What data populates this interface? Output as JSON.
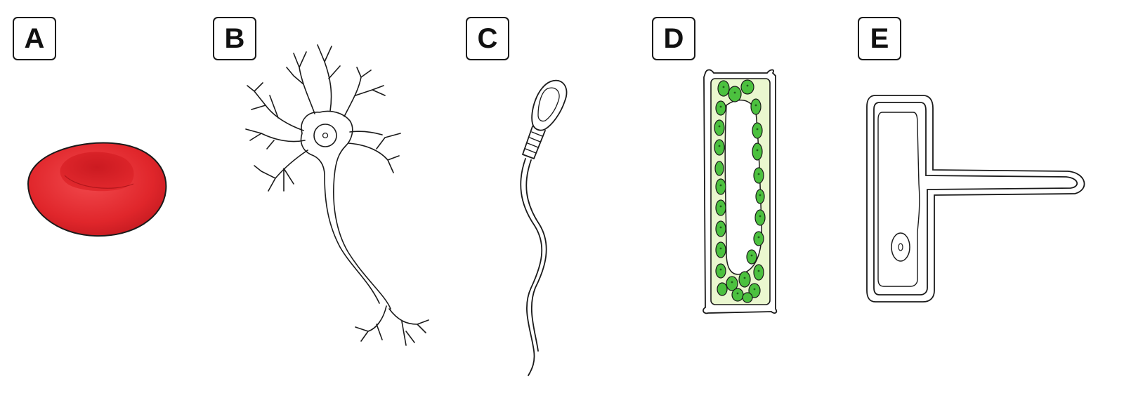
{
  "panels": [
    {
      "label": "A",
      "icon": "red-blood-cell-icon"
    },
    {
      "label": "B",
      "icon": "neuron-icon"
    },
    {
      "label": "C",
      "icon": "sperm-cell-icon"
    },
    {
      "label": "D",
      "icon": "palisade-cell-icon"
    },
    {
      "label": "E",
      "icon": "root-hair-cell-icon"
    }
  ],
  "colors": {
    "outline": "#1a1a1a",
    "red_blood_cell": "#e0262b",
    "red_blood_cell_dark": "#b5141b",
    "chloroplast": "#4cc13f",
    "cytoplasm_green": "#eaf7cf"
  }
}
